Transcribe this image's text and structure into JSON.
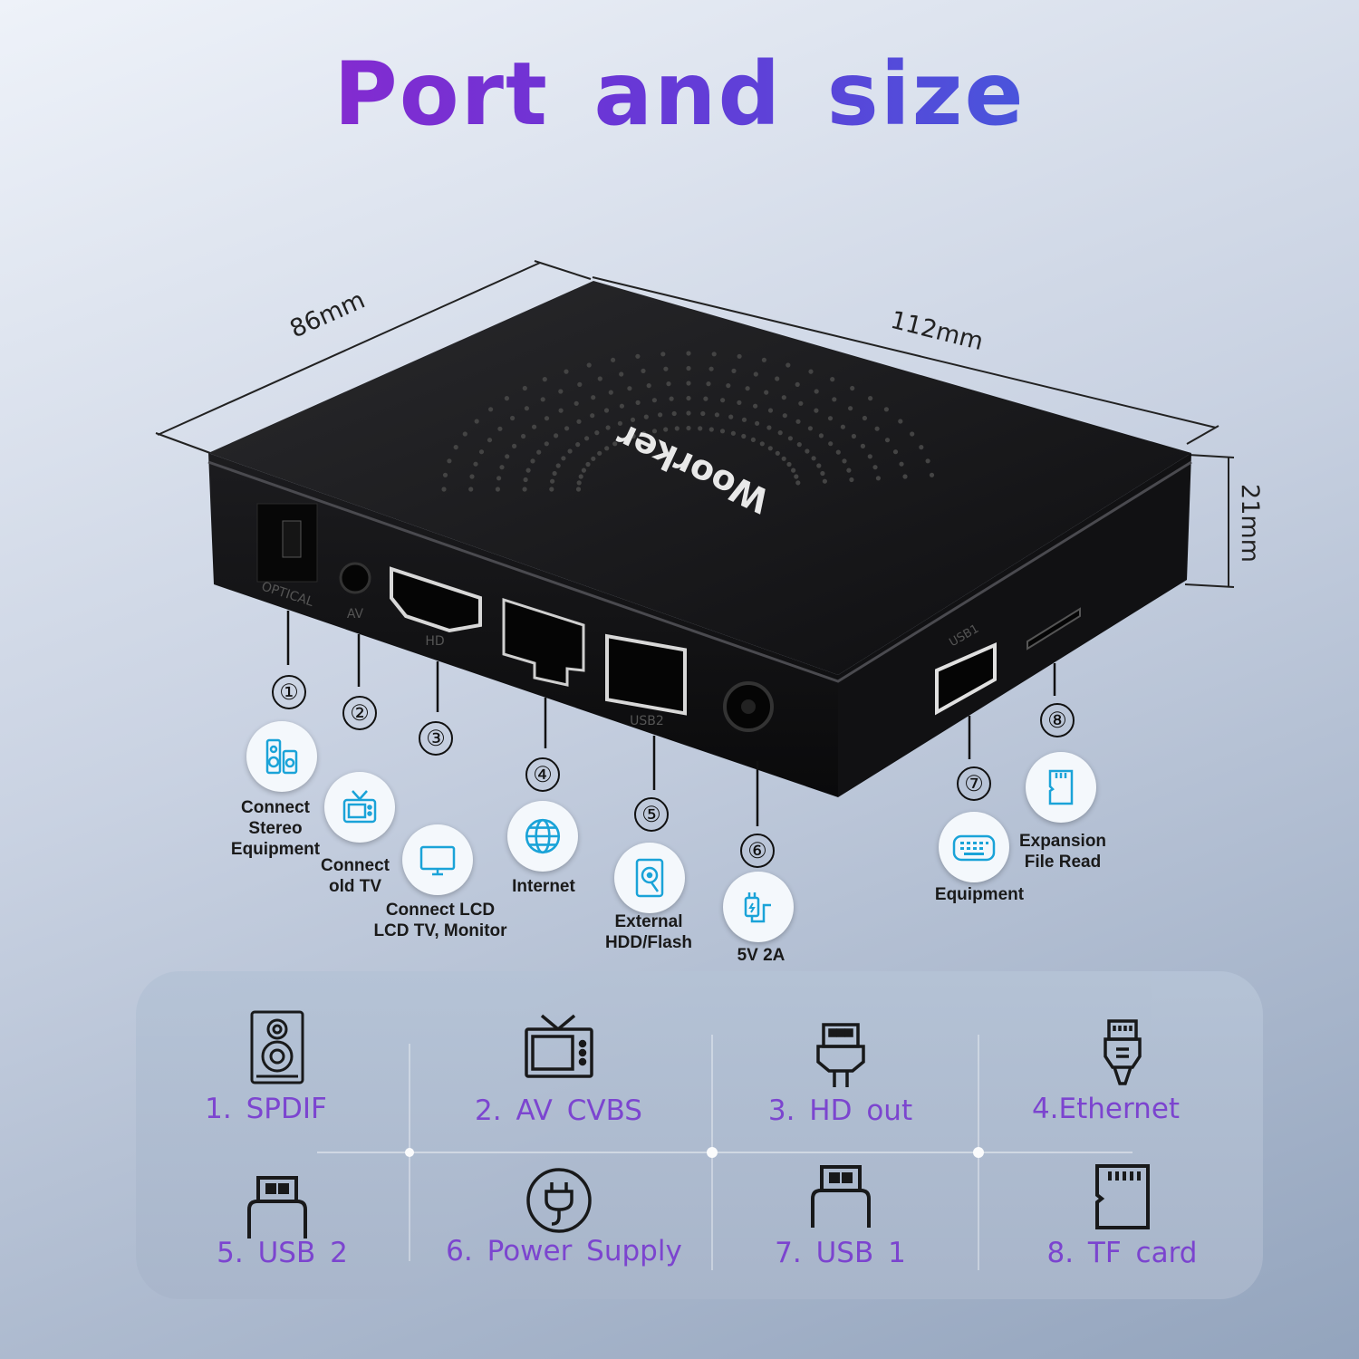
{
  "title": "Port and size",
  "dimensions": {
    "depth": "86mm",
    "width": "112mm",
    "height": "21mm"
  },
  "device": {
    "brand": "Woorker",
    "port_markings": [
      "OPTICAL",
      "AV",
      "HD",
      "USB2",
      "USB1"
    ]
  },
  "callouts": [
    {
      "num": "①",
      "icon": "speaker-icon",
      "caption": [
        "Connect",
        "Stereo",
        "Equipment"
      ]
    },
    {
      "num": "②",
      "icon": "tv-antenna-icon",
      "caption": [
        "Connect",
        "old TV"
      ]
    },
    {
      "num": "③",
      "icon": "monitor-icon",
      "caption": [
        "Connect LCD",
        "LCD TV, Monitor"
      ]
    },
    {
      "num": "④",
      "icon": "globe-icon",
      "caption": [
        "Internet"
      ]
    },
    {
      "num": "⑤",
      "icon": "hard-drive-icon",
      "caption": [
        "External",
        "HDD/Flash"
      ]
    },
    {
      "num": "⑥",
      "icon": "power-plug-icon",
      "caption": [
        "5V 2A"
      ]
    },
    {
      "num": "⑦",
      "icon": "keyboard-icon",
      "caption": [
        "Equipment"
      ]
    },
    {
      "num": "⑧",
      "icon": "sd-card-icon",
      "caption": [
        "Expansion",
        "File Read"
      ]
    }
  ],
  "ports_table": [
    {
      "label": "1. SPDIF",
      "icon": "speaker-icon"
    },
    {
      "label": "2. AV  CVBS",
      "icon": "tv-icon"
    },
    {
      "label": "3. HD  out",
      "icon": "hdmi-plug-icon"
    },
    {
      "label": "4.Ethernet",
      "icon": "ethernet-plug-icon"
    },
    {
      "label": "5. USB  2",
      "icon": "usb-plug-icon"
    },
    {
      "label": "6.  Power  Supply",
      "icon": "power-plug-icon"
    },
    {
      "label": "7. USB  1",
      "icon": "usb-plug-icon"
    },
    {
      "label": "8. TF  card",
      "icon": "sd-card-icon"
    }
  ],
  "colors": {
    "title_start": "#a11ec9",
    "title_end": "#2f6de0",
    "label": "#7a3fd0",
    "badge_icon": "#1aa3d8"
  }
}
